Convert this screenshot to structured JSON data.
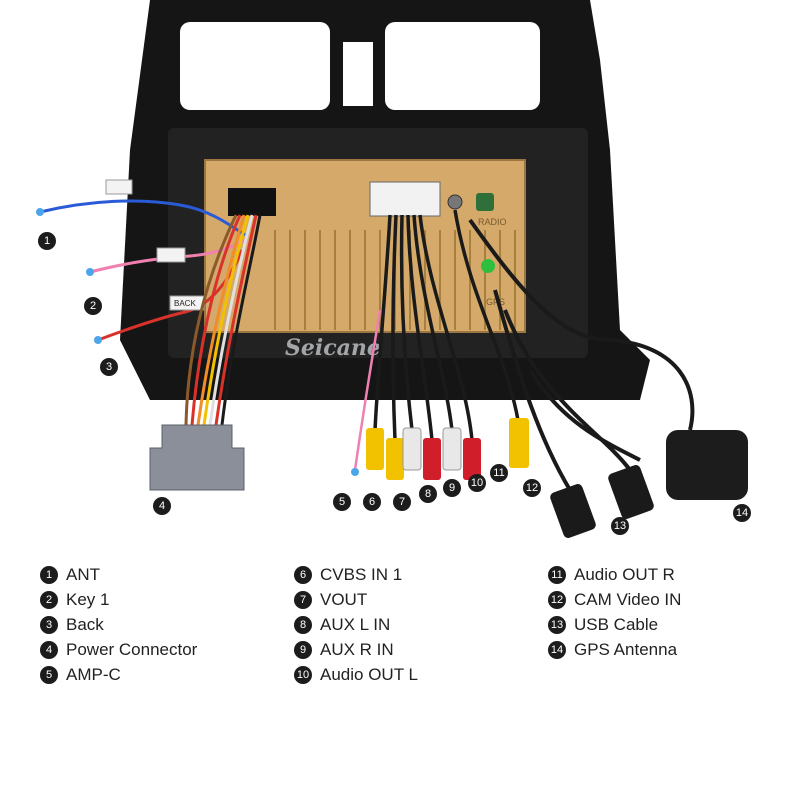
{
  "watermark": "Seicane",
  "unit_labels": {
    "radio": "RADIO",
    "gps": "GPS"
  },
  "wire_tags": {
    "back": "BACK"
  },
  "callouts": [
    {
      "num": "1",
      "label": "ANT"
    },
    {
      "num": "2",
      "label": "Key 1"
    },
    {
      "num": "3",
      "label": "Back"
    },
    {
      "num": "4",
      "label": "Power Connector"
    },
    {
      "num": "5",
      "label": "AMP-C"
    },
    {
      "num": "6",
      "label": "CVBS IN 1"
    },
    {
      "num": "7",
      "label": "VOUT"
    },
    {
      "num": "8",
      "label": "AUX L IN"
    },
    {
      "num": "9",
      "label": "AUX R IN"
    },
    {
      "num": "10",
      "label": "Audio OUT L"
    },
    {
      "num": "11",
      "label": "Audio OUT R"
    },
    {
      "num": "12",
      "label": "CAM Video IN"
    },
    {
      "num": "13",
      "label": "USB Cable"
    },
    {
      "num": "14",
      "label": "GPS Antenna"
    }
  ],
  "colors": {
    "frame": "#141414",
    "chassis": "#d4a96a",
    "wire_blue": "#2a5bd7",
    "wire_pink": "#f080b0",
    "wire_red": "#d8322a",
    "rca_yellow": "#f2c200",
    "rca_white": "#e8e8e8",
    "rca_red": "#d01e2a",
    "cable_black": "#1a1a1a",
    "connector_gray": "#8a8f99"
  }
}
